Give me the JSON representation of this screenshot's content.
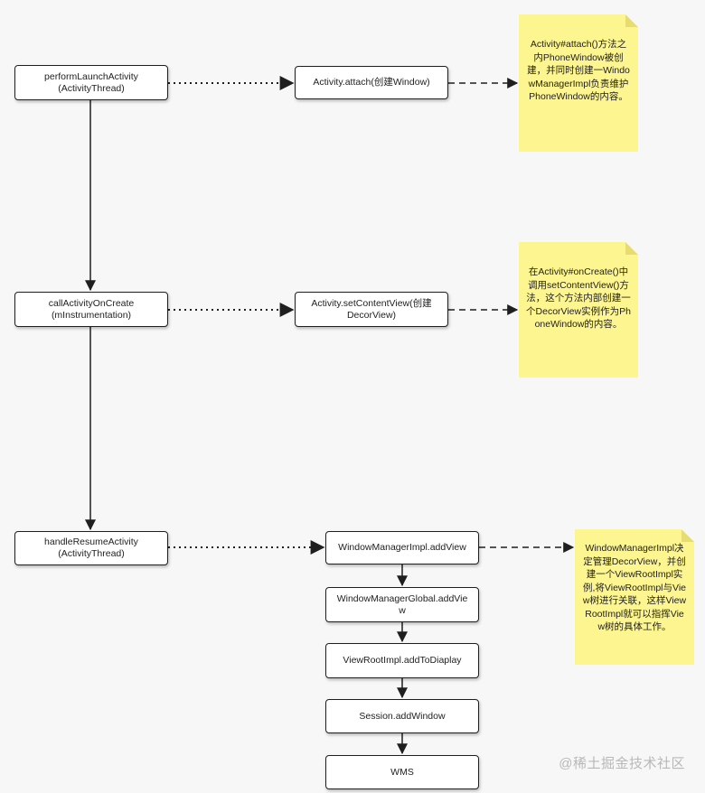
{
  "nodes": {
    "performLaunchActivity": [
      "performLaunchActivity",
      "(ActivityThread)"
    ],
    "activityAttach": [
      "Activity.attach(创建Window)"
    ],
    "callActivityOnCreate": [
      "callActivityOnCreate",
      "(mInstrumentation)"
    ],
    "setContentView": [
      "Activity.setContentView(创建",
      "DecorView)"
    ],
    "handleResumeActivity": [
      "handleResumeActivity",
      "(ActivityThread)"
    ],
    "addView": [
      "WindowManagerImpl.addView"
    ],
    "globalAddView": [
      "WindowManagerGlobal.addVie",
      "w"
    ],
    "addToDisplay": [
      "ViewRootImpl.addToDiaplay"
    ],
    "addWindow": [
      "Session.addWindow"
    ],
    "wms": [
      "WMS"
    ]
  },
  "notes": {
    "attach": "Activity#attach()方法之内PhoneWindow被创建，并同时创建一WindowManagerImpl负责维护PhoneWindow的内容。",
    "onCreate": "在Activity#onCreate()中调用setContentView()方法，这个方法内部创建一个DecorView实例作为PhoneWindow的内容。",
    "resume": "WindowManagerImpl决定管理DecorView，并创建一个ViewRootImpl实例,将ViewRootImpl与View树进行关联，这样ViewRootImpl就可以指挥View树的具体工作。"
  },
  "watermark": "@稀土掘金技术社区",
  "colors": {
    "background": "#f7f7f7",
    "note": "#fdf58f",
    "line": "#1f1f1f"
  }
}
